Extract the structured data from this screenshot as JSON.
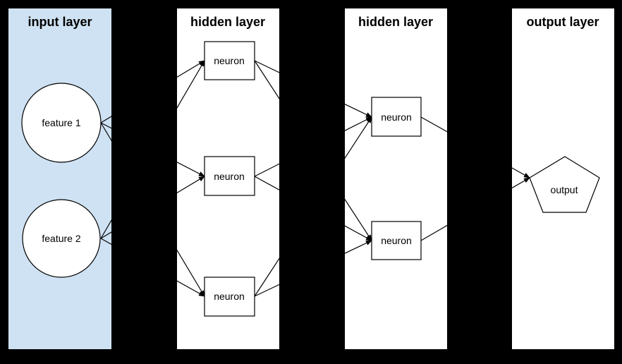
{
  "diagram": {
    "type": "neural-network-diagram",
    "colors": {
      "background": "#000000",
      "input_layer_fill": "#cfe2f3",
      "hidden_layer_fill": "#ffffff",
      "output_layer_fill": "#ffffff",
      "node_fill": "#ffffff",
      "stroke": "#000000",
      "text": "#000000"
    },
    "layers": [
      {
        "id": "input-layer",
        "title": "input layer"
      },
      {
        "id": "hidden-layer-1",
        "title": "hidden layer"
      },
      {
        "id": "hidden-layer-2",
        "title": "hidden layer"
      },
      {
        "id": "output-layer",
        "title": "output layer"
      }
    ],
    "nodes": {
      "feature1": {
        "label": "feature 1",
        "shape": "circle",
        "layer": "input-layer"
      },
      "feature2": {
        "label": "feature 2",
        "shape": "circle",
        "layer": "input-layer"
      },
      "h1n1": {
        "label": "neuron",
        "shape": "rect",
        "layer": "hidden-layer-1"
      },
      "h1n2": {
        "label": "neuron",
        "shape": "rect",
        "layer": "hidden-layer-1"
      },
      "h1n3": {
        "label": "neuron",
        "shape": "rect",
        "layer": "hidden-layer-1"
      },
      "h2n1": {
        "label": "neuron",
        "shape": "rect",
        "layer": "hidden-layer-2"
      },
      "h2n2": {
        "label": "neuron",
        "shape": "rect",
        "layer": "hidden-layer-2"
      },
      "output": {
        "label": "output",
        "shape": "pentagon",
        "layer": "output-layer"
      }
    },
    "edges": [
      {
        "from": "feature1",
        "to": "h1n1"
      },
      {
        "from": "feature1",
        "to": "h1n2"
      },
      {
        "from": "feature1",
        "to": "h1n3"
      },
      {
        "from": "feature2",
        "to": "h1n1"
      },
      {
        "from": "feature2",
        "to": "h1n2"
      },
      {
        "from": "feature2",
        "to": "h1n3"
      },
      {
        "from": "h1n1",
        "to": "h2n1"
      },
      {
        "from": "h1n1",
        "to": "h2n2"
      },
      {
        "from": "h1n2",
        "to": "h2n1"
      },
      {
        "from": "h1n2",
        "to": "h2n2"
      },
      {
        "from": "h1n3",
        "to": "h2n1"
      },
      {
        "from": "h1n3",
        "to": "h2n2"
      },
      {
        "from": "h2n1",
        "to": "output"
      },
      {
        "from": "h2n2",
        "to": "output"
      }
    ]
  }
}
